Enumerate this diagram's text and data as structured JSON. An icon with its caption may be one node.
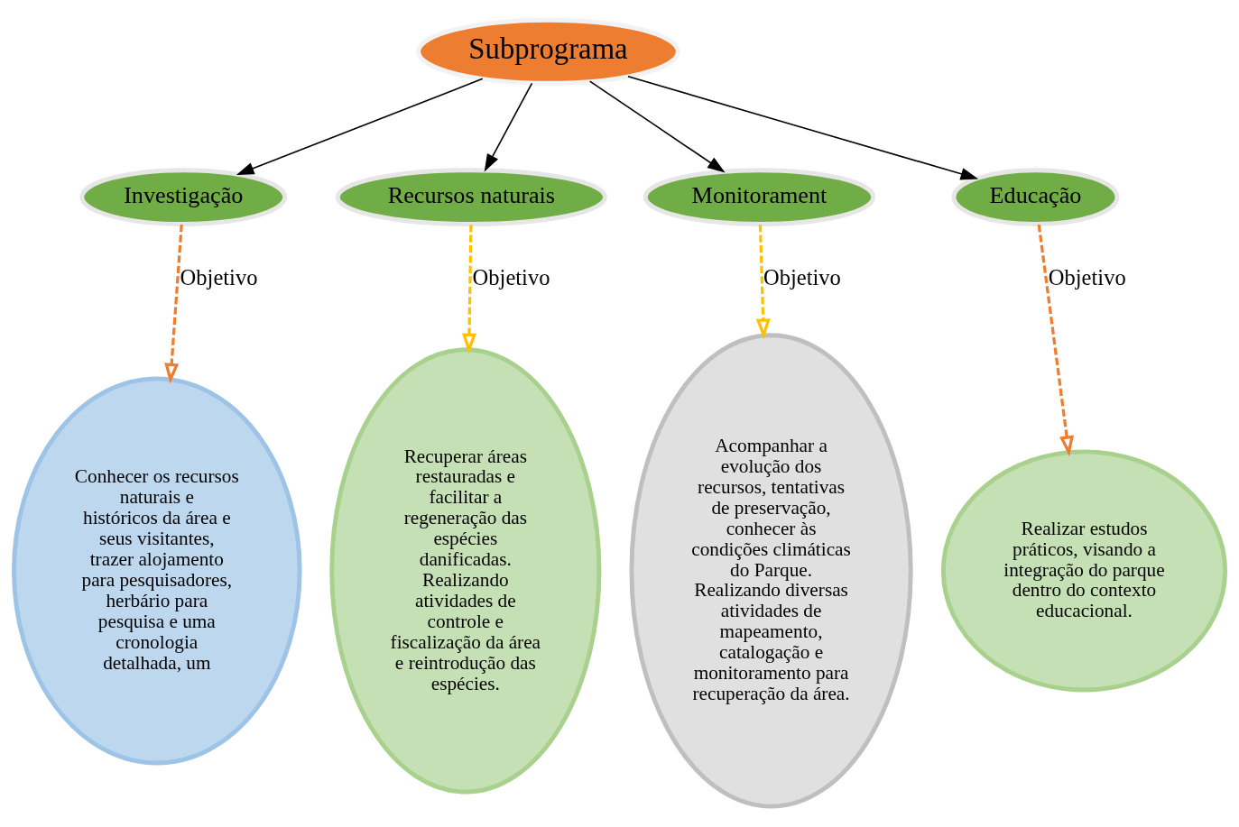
{
  "diagram": {
    "nodes": [
      {
        "text": [
          "Subprograma"
        ]
      },
      {
        "text": [
          "Investigação"
        ]
      },
      {
        "text": [
          "Recursos naturais"
        ]
      },
      {
        "text": [
          "Monitorament"
        ]
      },
      {
        "text": [
          "Educação"
        ]
      },
      {
        "text": [
          "Conhecer os recursos naturais e históricos da área e seus visitantes, trazer alojamento para pesquisadores, herbário para pesquisa e uma cronologia detalhada, um"
        ]
      },
      {
        "text": [
          "Recuperar áreas restauradas e facilitar a regeneração das espécies danificadas. Realizando atividades de controle e fiscalização da área e reintrodução das espécies."
        ]
      },
      {
        "text": [
          "Acompanhar a evolução dos recursos, tentativas de preservação, conhecer às condições climáticas do Parque. Realizando diversas atividades de mapeamento, catalogação e monitoramento para recuperação da área."
        ]
      },
      {
        "text": [
          "Realizar estudos práticos, visando a integração do parque dentro do contexto educacional."
        ]
      }
    ],
    "edges": [
      {
        "from": 0,
        "to": 1,
        "arrow": "to"
      },
      {
        "from": 0,
        "to": 2,
        "arrow": "to"
      },
      {
        "from": 0,
        "to": 3,
        "arrow": "to"
      },
      {
        "from": 0,
        "to": 4,
        "arrow": "to"
      },
      {
        "from": 1,
        "to": 5,
        "arrow": "to",
        "label": "Objetivo",
        "style": "dashed",
        "color": "#ed7d31"
      },
      {
        "from": 2,
        "to": 6,
        "arrow": "to",
        "label": "Objetivo",
        "style": "dashed",
        "color": "#ffc000"
      },
      {
        "from": 3,
        "to": 7,
        "arrow": "to",
        "label": "Objetivo",
        "style": "dashed",
        "color": "#ffc000"
      },
      {
        "from": 4,
        "to": 8,
        "arrow": "to",
        "label": "Objetivo",
        "style": "dashed",
        "color": "#ed7d31"
      }
    ]
  }
}
